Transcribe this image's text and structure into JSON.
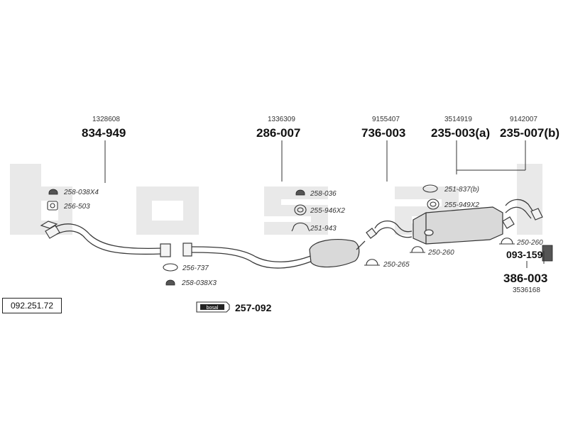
{
  "watermark": "bosal",
  "reference_number": "092.251.72",
  "parts": [
    {
      "code": "834-949",
      "oe": "1328608"
    },
    {
      "code": "286-007",
      "oe": "1336309"
    },
    {
      "code": "736-003",
      "oe": "9155407"
    },
    {
      "code": "235-003(a)",
      "oe": "3514919"
    },
    {
      "code": "235-007(b)",
      "oe": "9142007"
    },
    {
      "code": "093-159"
    },
    {
      "code": "386-003",
      "oe": "3536168"
    }
  ],
  "accessories": [
    {
      "label": "258-038X4",
      "icon": "rubber-mount-icon"
    },
    {
      "label": "256-503",
      "icon": "flange-gasket-icon"
    },
    {
      "label": "256-737",
      "icon": "ring-gasket-icon"
    },
    {
      "label": "258-038X3",
      "icon": "rubber-mount-icon"
    },
    {
      "label": "258-036",
      "icon": "rubber-mount-icon"
    },
    {
      "label": "255-946X2",
      "icon": "pipe-clamp-icon"
    },
    {
      "label": "251-943",
      "icon": "bracket-icon"
    },
    {
      "label": "251-837(b)",
      "icon": "ring-gasket-icon"
    },
    {
      "label": "255-949X2",
      "icon": "pipe-clamp-icon"
    },
    {
      "label": "250-260",
      "icon": "u-clamp-icon"
    },
    {
      "label": "250-265",
      "icon": "u-clamp-icon"
    },
    {
      "label": "250-260",
      "icon": "u-clamp-icon"
    }
  ],
  "kit": {
    "code": "257-092",
    "icon": "bosal-paste-tube-icon",
    "tube_label": "bosal"
  }
}
